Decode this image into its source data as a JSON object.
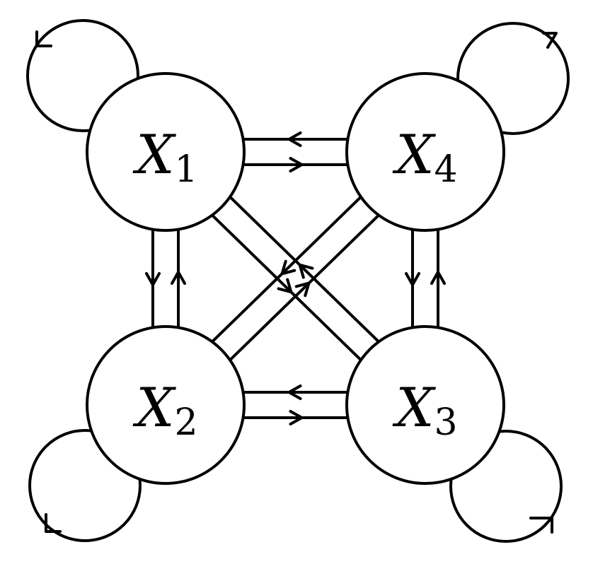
{
  "nodes": [
    {
      "id": "x1",
      "var": "X",
      "sub": "1"
    },
    {
      "id": "x2",
      "var": "X",
      "sub": "2"
    },
    {
      "id": "x3",
      "var": "X",
      "sub": "3"
    },
    {
      "id": "x4",
      "var": "X",
      "sub": "4"
    }
  ],
  "edges": [
    {
      "from": "x1",
      "to": "x4"
    },
    {
      "from": "x4",
      "to": "x1"
    },
    {
      "from": "x1",
      "to": "x2"
    },
    {
      "from": "x2",
      "to": "x1"
    },
    {
      "from": "x4",
      "to": "x3"
    },
    {
      "from": "x3",
      "to": "x4"
    },
    {
      "from": "x2",
      "to": "x3"
    },
    {
      "from": "x3",
      "to": "x2"
    },
    {
      "from": "x1",
      "to": "x3"
    },
    {
      "from": "x3",
      "to": "x1"
    },
    {
      "from": "x2",
      "to": "x4"
    },
    {
      "from": "x4",
      "to": "x2"
    }
  ],
  "self_loops": [
    "x1",
    "x2",
    "x3",
    "x4"
  ],
  "colors": {
    "stroke": "#000000",
    "background": "#ffffff"
  }
}
